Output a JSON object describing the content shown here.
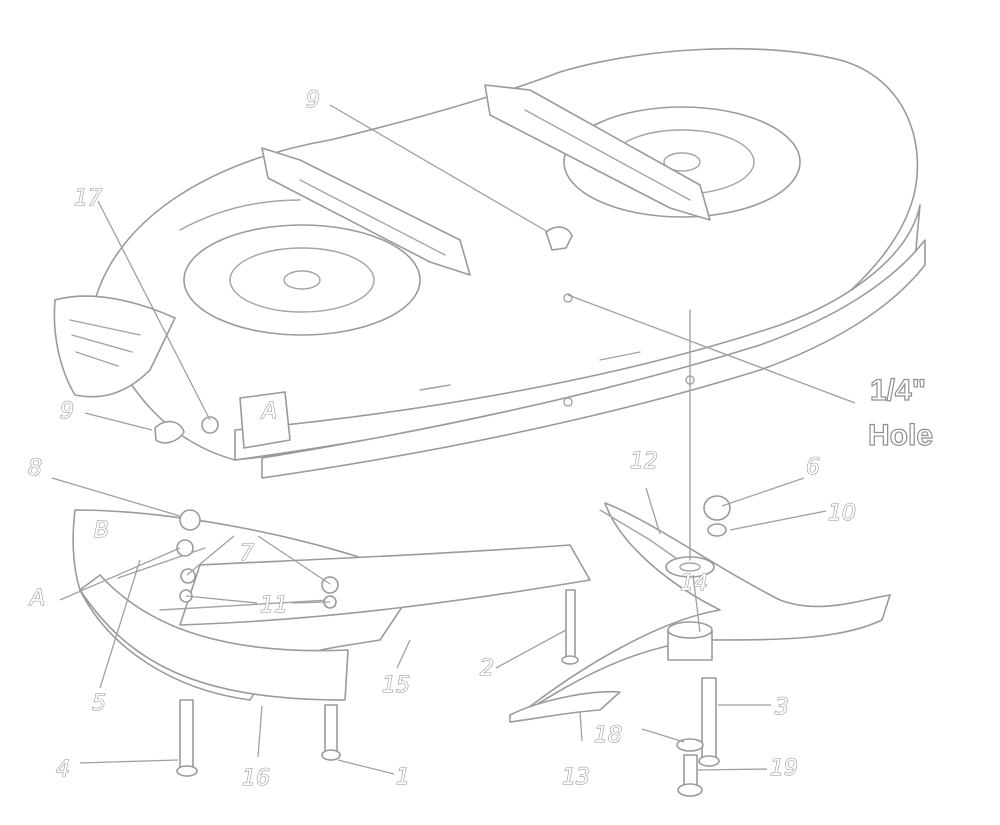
{
  "callouts": {
    "c1": "1",
    "c2": "2",
    "c3": "3",
    "c4": "4",
    "c5": "5",
    "c6": "6",
    "c7": "7",
    "c8": "8",
    "c9_top": "9",
    "c9_left": "9",
    "c10": "10",
    "c11": "11",
    "c12": "12",
    "c13": "13",
    "c14": "14",
    "c15": "15",
    "c16": "16",
    "c17": "17",
    "c18": "18",
    "c19": "19",
    "cA_deck": "A",
    "cA_baffle": "A",
    "cB": "B"
  },
  "hole_label": {
    "line1": "1/4\"",
    "line2": "Hole"
  },
  "colors": {
    "line": "#9a9a9a",
    "background": "#ffffff"
  }
}
